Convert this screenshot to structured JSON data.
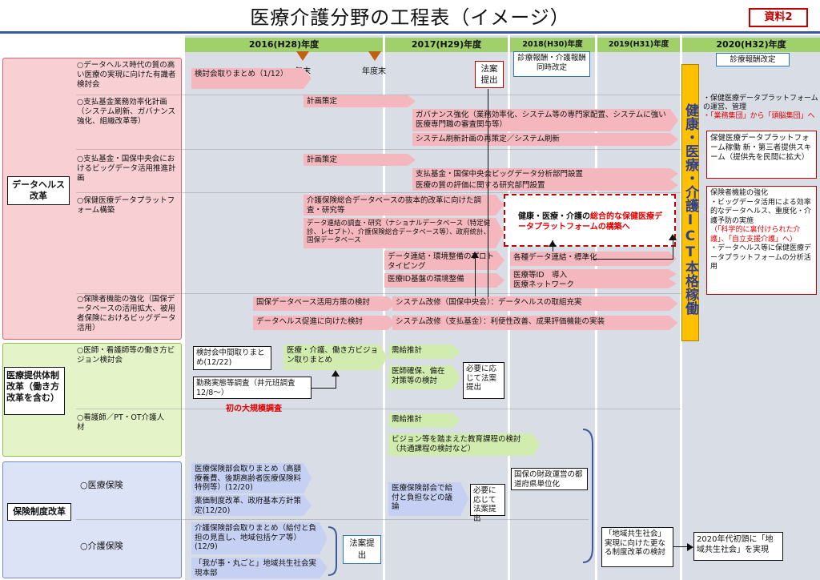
{
  "header": {
    "title": "医療介護分野の工程表（イメージ）",
    "badge": "資料2"
  },
  "years": [
    "2016(H28)年度",
    "2017(H29)年度",
    "2018(H30)年度",
    "2019(H31)年度",
    "2020(H32)年度"
  ],
  "milestones": {
    "year_end": "年末",
    "fiscal_year_end": "年度末"
  },
  "groups": {
    "data_health": "データヘルス改革",
    "provision": "医療提供体制改革（働き方改革を含む）",
    "insurance": "保険制度改革"
  },
  "topics": [
    "○データヘルス時代の質の高い医療の実現に向けた有識者検討会",
    "○支払基金業務効率化計画（システム刷新、ガバナンス強化、組織改革等）",
    "○支払基金・国保中央会におけるビッグデータ活用推進計画",
    "○保健医療データプラットフォーム構築",
    "○保険者機能の強化（国保データベースの活用拡大、被用者保険におけるビッグデータ活用）",
    "○医師・看護師等の働き方ビジョン検討会",
    "○看護師／PT・OT介護人材",
    "○医療保険",
    "○介護保険"
  ],
  "items": {
    "a01": "検討会取りまとめ（1/12）",
    "a02": "計画策定",
    "a03": "ガバナンス強化（業務効率化、システム等の専門家配置、システムに強い医療専門職の審査関与等）",
    "a04": "システム刷新計画の再策定／システム刷新",
    "a05": "計画策定",
    "a06": "支払基金・国保中央会ビッグデータ分析部門設置",
    "a07": "医療の質の評価に関する研究部門設置",
    "a08": "介護保険総合データベースの抜本的改革に向けた調査・研究等",
    "a09": "データ連結の調査・研究（ナショナルデータベース（特定健診、レセプト）、介護保険総合データベース等）、政府統計、国保データベース",
    "a10": "データ連結・環境整備のプロトタイピング",
    "a11": "医療ID基盤の環境整備",
    "a12": "各種データ連結・標準化",
    "a13": "医療等ID　導入",
    "a14": "医療ネットワーク",
    "a15": "国保データベース活用方策の検討",
    "a16": "システム改修（国保中央会）：データヘルスの取組充実",
    "a17": "データヘルス促進に向けた検討",
    "a18": "システム改修（支払基金）：利便性改善、成果評価機能の実装",
    "b01": "検討会中間取りまとめ(12/22)",
    "b02": "医療・介護、働き方ビジョン取りまとめ",
    "b03": "勤務実態等調査（井元班調査　12/8～）",
    "b04": "初の大規模調査",
    "b05": "需給推計",
    "b06": "医師確保、偏在対策等の検討",
    "b07": "必要に応じて法案提出",
    "b08": "需給推計",
    "b09": "ビジョン等を踏まえた教育課程の検討（共通課程の検討など）",
    "c01": "医療保険部会取りまとめ（高額療養費、後期高齢者医療保険料特例等）(12/20)",
    "c02": "薬価制度改革、政府基本方針策定(12/20)",
    "c03": "医療保険部会で給付と負担などの議論",
    "c04": "必要に応じて法案提出",
    "c05": "国保の財政運営の都道府県単位化",
    "c06": "介護保険部会取りまとめ（給付と負担の見直し、地域包括ケア等）(12/9)",
    "c07": "法案提出",
    "c08": "「我が事・丸ごと」地域共生社会実現本部",
    "c09": "「地域共生社会」実現に向けた更なる制度改革の検討",
    "c10": "2020年代初頭に「地域共生社会」を実現"
  },
  "top": {
    "bill": "法案提出",
    "revision2018": "診療報酬・介護報酬同時改定",
    "revision2020": "診療報酬改定"
  },
  "platform": {
    "pre": "健康・医療・介護の",
    "mid": "総合的な保健医療データプラットフォームの構築へ"
  },
  "ict": "健康・医療・介護ICT本格稼働",
  "right": {
    "r1a": "・保健医療データプラットフォームの運営、管理",
    "r1b": "・「業務集団」から「頭脳集団」へ",
    "r2": "保健医療データプラットフォーム稼働 新・第三者提供スキーム（提供先を民間に拡大）",
    "r3a": "保険者機能の強化",
    "r3b": "・ビッグデータ活用による効率的なデータヘルス、重度化・介護予防の実施",
    "r3c": "（「科学的に裏付けられた介護」、「自立支援介護」へ）",
    "r3d": "・データヘルス等に保健医療データプラットフォームの分析活用"
  }
}
